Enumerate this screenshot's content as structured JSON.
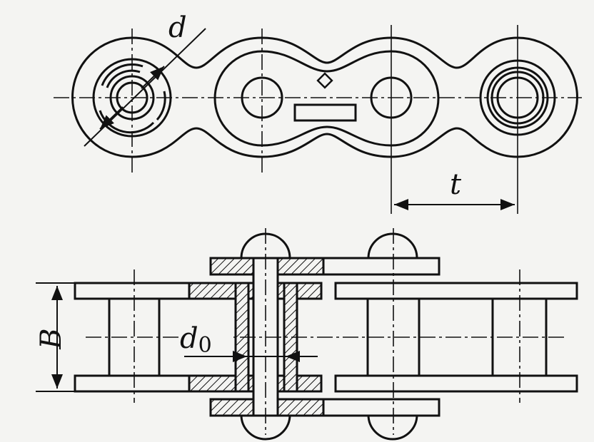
{
  "labels": {
    "pin_diameter": "d",
    "pitch": "t",
    "width": "B",
    "bushing_diameter": "d",
    "bushing_diameter_subscript": "0"
  },
  "colors": {
    "ink": "#111111",
    "paper": "#f4f4f2"
  }
}
